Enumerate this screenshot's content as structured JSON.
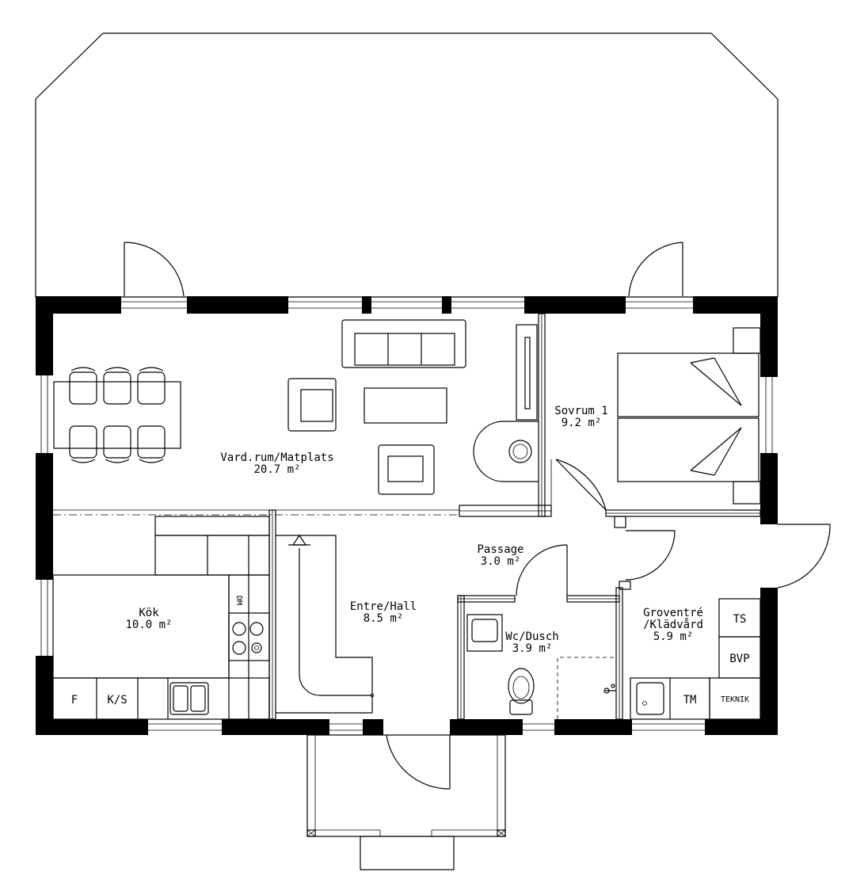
{
  "rooms": [
    {
      "name": "Vard.rum/Matplats",
      "area": "20.7 m²"
    },
    {
      "name": "Sovrum 1",
      "area": "9.2 m²"
    },
    {
      "name": "Kök",
      "area": "10.0 m²"
    },
    {
      "name": "Passage",
      "area": "3.0 m²"
    },
    {
      "name": "Entre/Hall",
      "area": "8.5 m²"
    },
    {
      "name": "Wc/Dusch",
      "area": "3.9 m²"
    },
    {
      "name": "Groventré",
      "name2": "/Klädvård",
      "area": "5.9 m²"
    }
  ],
  "fixtures": {
    "f": "F",
    "ks": "K/S",
    "dm": "DM",
    "ts": "TS",
    "bvp": "BVP",
    "tm": "TM",
    "teknik": "TEKNIK"
  }
}
